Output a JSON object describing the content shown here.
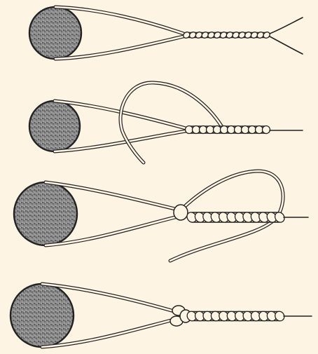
{
  "figure": {
    "description_visible_text": "",
    "panels": [
      {
        "step": 1,
        "wrap_turns": 14
      },
      {
        "step": 2,
        "wrap_turns": 12
      },
      {
        "step": 3,
        "wrap_turns": 12
      },
      {
        "step": 4,
        "wrap_turns": 12
      }
    ]
  },
  "colors": {
    "background": "#fdf4e3",
    "ink": "#222222",
    "spool_base": "#9a9a9a"
  }
}
